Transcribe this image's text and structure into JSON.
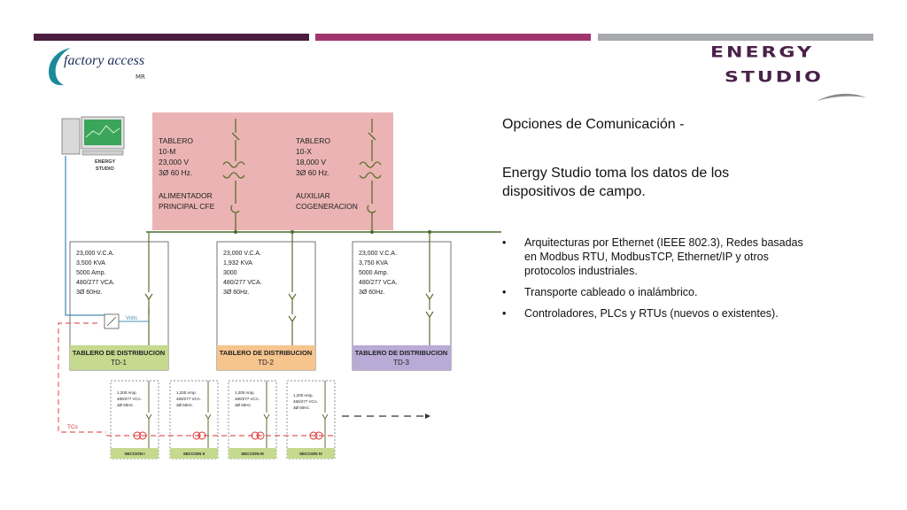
{
  "header": {
    "bar_colors": [
      "#4b1d3f",
      "#a0356e",
      "#a7a9ac"
    ]
  },
  "logos": {
    "factory_access": {
      "text": "factory access",
      "mark": "MR"
    },
    "energy_studio": {
      "line1": "ENERGY",
      "line2": "STUDIO"
    }
  },
  "content": {
    "heading": "Opciones de Comunicación -",
    "subheading": "Energy Studio toma los datos de los dispositivos de campo.",
    "bullet_char": "•",
    "bullets": [
      "Arquitecturas por Ethernet (IEEE 802.3), Redes basadas en Modbus RTU, ModbusTCP, Ethernet/IP y otros protocolos industriales.",
      "Transporte cableado o inalámbrico.",
      "Controladores, PLCs y RTUs (nuevos o existentes)."
    ]
  },
  "diagram": {
    "computer_label_1": "ENERGY",
    "computer_label_2": "STUDIO",
    "source_left": [
      "TABLERO",
      "10-M",
      "23,000 V",
      "3Ø 60 Hz.",
      "",
      "ALIMENTADOR",
      "PRINCIPAL CFE"
    ],
    "source_right": [
      "TABLERO",
      "10-X",
      "18,000 V",
      "3Ø 60 Hz.",
      "",
      "AUXILIAR",
      "COGENERACION"
    ],
    "panels": [
      {
        "specs": [
          "23,000 V.C.A.",
          "3,500 KVA",
          "5000 Amp.",
          "480/277 VCA.",
          "3Ø 60Hz."
        ],
        "title": "TABLERO DE DISTRIBUCION",
        "id": "TD-1",
        "color": "#c5d98f"
      },
      {
        "specs": [
          "23,000 V.C.A.",
          "1,932 KVA",
          "3000",
          "480/277 VCA.",
          "3Ø 60Hz."
        ],
        "title": "TABLERO DE DISTRIBUCION",
        "id": "TD-2",
        "color": "#f6c58e"
      },
      {
        "specs": [
          "23,000 V.C.A.",
          "3,750 KVA",
          "5000 Amp.",
          "480/277 VCA.",
          "3Ø 60Hz."
        ],
        "title": "TABLERO DE DISTRIBUCION",
        "id": "TD-3",
        "color": "#b9abd6"
      }
    ],
    "volts_label": "Volts",
    "tcs_label": "TCs",
    "sections": [
      {
        "specs": [
          "1,200 Amp.",
          "480/277 VCA.",
          "3Ø 60Hz."
        ],
        "label": "SECCION I"
      },
      {
        "specs": [
          "1,200 Amp.",
          "480/277 VCA.",
          "3Ø 60Hz."
        ],
        "label": "SECCION II"
      },
      {
        "specs": [
          "1,200 Amp.",
          "480/277 VCA.",
          "3Ø 60Hz."
        ],
        "label": "SECCION III"
      },
      {
        "specs": [
          "1,200 Amp.",
          "480/277 VCA.",
          "3Ø 60Hz."
        ],
        "label": "SECCION IV"
      }
    ]
  }
}
